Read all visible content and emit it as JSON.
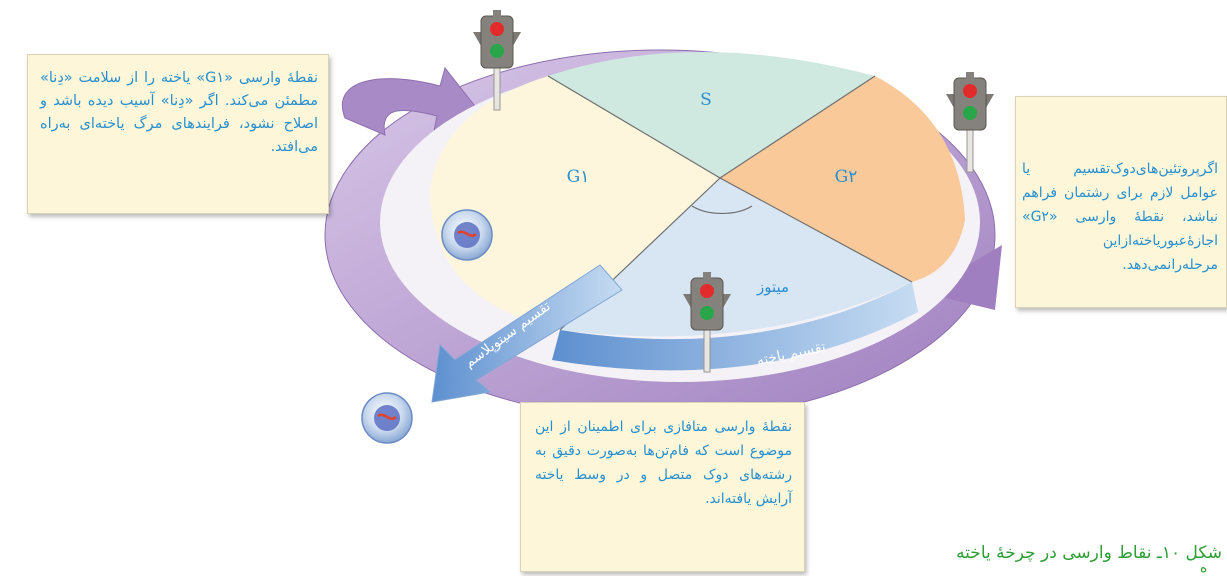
{
  "phases": {
    "s": "S",
    "g1": "G۱",
    "g2": "G۲",
    "mitosis": "میتوز"
  },
  "arrows": {
    "cytokinesis": "تقسیم سیتوپلاسم",
    "cell_division": "تقسیم یاخته"
  },
  "notes": {
    "g1_checkpoint": "نقطهٔ وارسی «G۱» یاخته را از سلامت «دِنا» مطمئن می‌کند. اگر «دِنا» آسیب دیده باشد و اصلاح نشود، فرایندهای مرگ یاخته‌ای به‌راه می‌افتد.",
    "g2_checkpoint": "اگرپروتئین‌های‌دوک‌تقسیم یا عوامل لازم برای رشتمان فراهم نباشد، نقطهٔ وارسی «G۲» اجازهٔ‌عبوریاخته‌ازاین مرحله‌رانمی‌دهد.",
    "metaphase_checkpoint": "نقطهٔ وارسی متافازی برای اطمینان از این موضوع است که فام‌تن‌ها به‌صورت دقیق به رشته‌های دوک متصل و در وسط یاخته آرایش یافته‌اند."
  },
  "caption": "شکل ۱۰ـ نقاط وارسی در چرخهٔ یاخته",
  "caption_tail": "ه",
  "colors": {
    "s_sector": "#cfe8e0",
    "g1_sector": "#fdf6dc",
    "g2_sector": "#f9c99a",
    "mitosis_sector": "#d8e6f3",
    "ring": "#b79bd0",
    "division_arrow": "#9cc2e8",
    "note_bg": "#fdf6d8",
    "text_blue": "#2a8fd0",
    "caption_green": "#2e9e36"
  },
  "icons": [
    "traffic-light-icon",
    "cell-icon"
  ]
}
